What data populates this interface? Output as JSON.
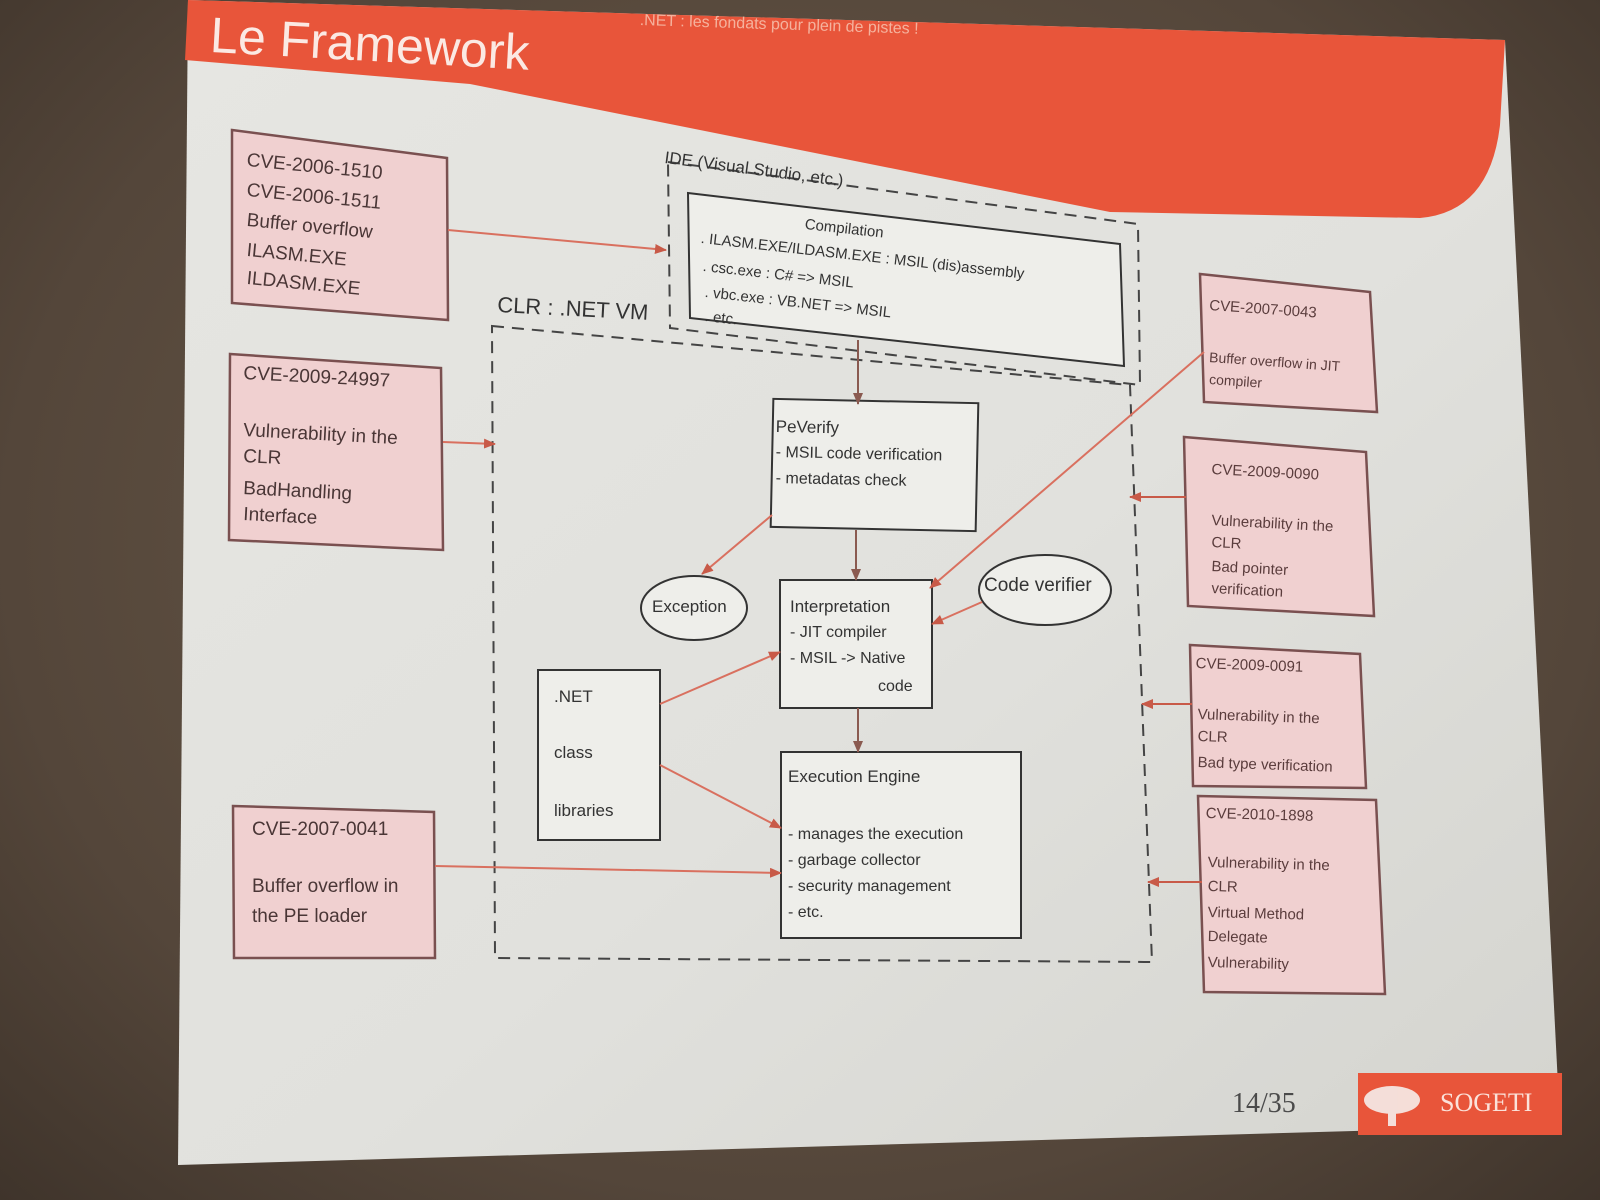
{
  "slide": {
    "title": "Le Framework",
    "subtitle": ".NET : les fondats pour plein de pistes !",
    "page_number": "14/35",
    "logo_text": "SOGETI",
    "accent_color": "#e8553a",
    "cve_box_fill": "#f0d0d0",
    "cve_box_border": "#7a5050",
    "arrow_color": "#d9705f"
  },
  "diagram": {
    "ide_label": "IDE (Visual Studio, etc.)",
    "clr_label": "CLR : .NET VM",
    "compilation": {
      "title": "Compilation",
      "lines": [
        ". ILASM.EXE/ILDASM.EXE : MSIL (dis)assembly",
        ". csc.exe : C# => MSIL",
        ". vbc.exe : VB.NET => MSIL",
        ". etc."
      ]
    },
    "peverify": {
      "title": "PeVerify",
      "lines": [
        "- MSIL code verification",
        "- metadatas check"
      ]
    },
    "exception_label": "Exception",
    "code_verifier_label": "Code verifier",
    "interpretation": {
      "title": "Interpretation",
      "lines": [
        "- JIT compiler",
        "- MSIL -> Native",
        "code"
      ]
    },
    "net_libs": {
      "lines": [
        ".NET",
        "class",
        "libraries"
      ]
    },
    "execution_engine": {
      "title": "Execution Engine",
      "lines": [
        "- manages the execution",
        "- garbage collector",
        "- security management",
        "- etc."
      ]
    }
  },
  "cves": {
    "cve_1510": {
      "lines": [
        "CVE-2006-1510",
        "CVE-2006-1511",
        "Buffer overflow",
        "ILASM.EXE",
        "ILDASM.EXE"
      ]
    },
    "cve_24997": {
      "title": "CVE-2009-24997",
      "lines": [
        "Vulnerability in the",
        "CLR",
        "BadHandling",
        "Interface"
      ]
    },
    "cve_0041": {
      "title": "CVE-2007-0041",
      "lines": [
        "Buffer overflow in",
        "the PE loader"
      ]
    },
    "cve_0043": {
      "title": "CVE-2007-0043",
      "lines": [
        "Buffer overflow in JIT",
        "compiler"
      ]
    },
    "cve_0090": {
      "title": "CVE-2009-0090",
      "lines": [
        "Vulnerability in the",
        "CLR",
        "Bad pointer",
        "verification"
      ]
    },
    "cve_0091": {
      "title": "CVE-2009-0091",
      "lines": [
        "Vulnerability in the",
        "CLR",
        "Bad type verification"
      ]
    },
    "cve_1898": {
      "title": "CVE-2010-1898",
      "lines": [
        "Vulnerability in the",
        "CLR",
        "Virtual Method",
        "Delegate",
        "Vulnerability"
      ]
    }
  }
}
